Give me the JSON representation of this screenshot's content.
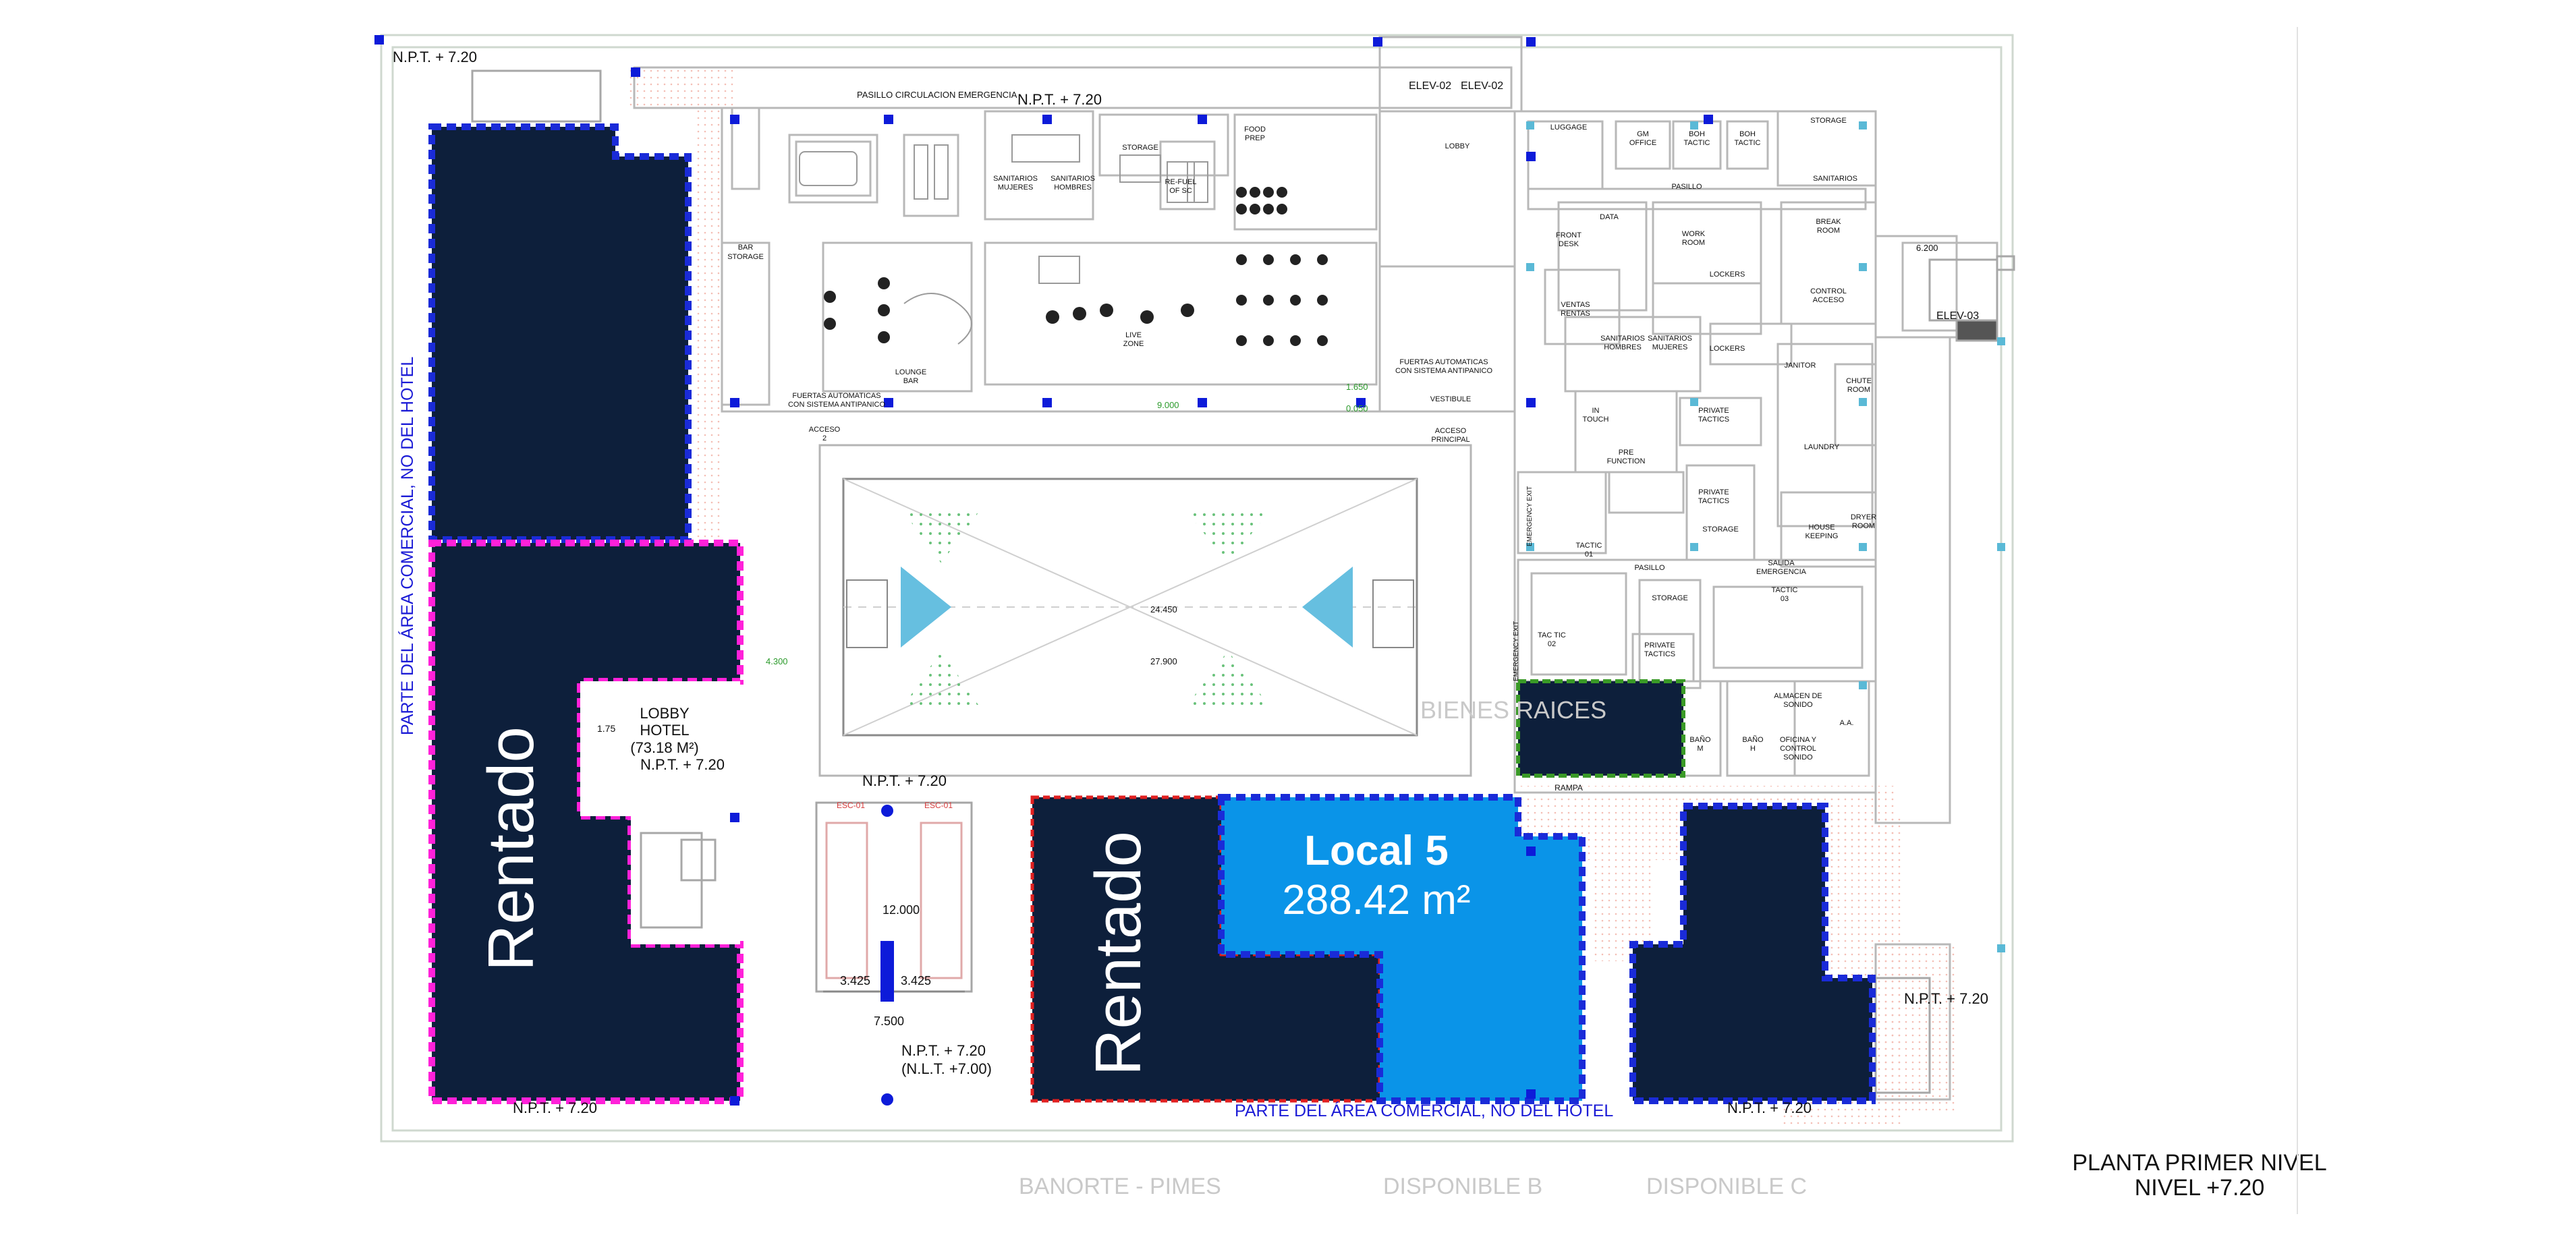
{
  "title": {
    "line1": "PLANTA PRIMER NIVEL",
    "line2": "NIVEL +7.20"
  },
  "colors": {
    "rented_fill": "#0d1f3b",
    "highlight_fill": "#0a94e8",
    "magenta_border": "#ff21d9",
    "blue_border": "#1a2bd8",
    "green_border": "#3a9a27",
    "triangle_fill": "#66bfe0",
    "plan_line": "#b8b8b8"
  },
  "units": {
    "rentado_left": "Rentado",
    "rentado_center": "Rentado",
    "local5_name": "Local 5",
    "local5_area": "288.42 m²"
  },
  "levels": {
    "npt_top_left": "N.P.T. + 7.20",
    "npt_corridor": "N.P.T. + 7.20",
    "npt_lobby": "N.P.T. + 7.20",
    "npt_escalator_top": "N.P.T. + 7.20",
    "npt_escalator_bottom": "N.P.T. + 7.20",
    "nlt_escalator_bottom": "(N.L.T. +7.00)",
    "npt_bottom_left": "N.P.T. + 7.20",
    "npt_bottom_right": "N.P.T. + 7.20",
    "npt_right": "N.P.T. + 7.20"
  },
  "notes": {
    "commercial_vertical": "PARTE DEL ÁREA COMERCIAL, NO DEL HOTEL",
    "commercial_bottom": "PARTE DEL ÁREA COMERCIAL, NO DEL HOTEL",
    "lobby_hotel": "LOBBY",
    "lobby_hotel_2": "HOTEL",
    "lobby_area": "(73.18 M²)",
    "pasillo_emergencia": "PASILLO CIRCULACION EMERGENCIA",
    "elev_02a": "ELEV-02",
    "elev_02b": "ELEV-02",
    "elev_03": "ELEV-03",
    "esc_01a": "ESC-01",
    "esc_01b": "ESC-01",
    "rampa": "RAMPA",
    "bienes_raices": "BIENES RAICES",
    "banorte": "BANORTE - PIMES",
    "disponible_b": "DISPONIBLE B",
    "disponible_c": "DISPONIBLE C",
    "fuertas_1": "FUERTAS AUTOMATICAS",
    "fuertas_1b": "CON SISTEMA ANTIPANICO",
    "fuertas_2": "FUERTAS AUTOMATICAS",
    "fuertas_2b": "CON SISTEMA ANTIPANICO",
    "acceso_2": "ACCESO",
    "acceso_2b": "2",
    "acceso_principal": "ACCESO",
    "acceso_principal_b": "PRINCIPAL",
    "vestibule": "VESTIBULE",
    "lounge_bar": "LOUNGE",
    "lounge_bar_b": "BAR",
    "live_zone": "LIVE",
    "live_zone_b": "ZONE",
    "bar_storage": "BAR",
    "bar_storage_b": "STORAGE",
    "food_prep": "FOOD",
    "food_prep_b": "PREP",
    "refuel": "RE-FUEL",
    "refuel_b": "OF SC",
    "storage_kitchen": "STORAGE",
    "sanitarios_mujeres": "SANITARIOS",
    "sanitarios_mujeres_b": "MUJERES",
    "sanitarios_hombres": "SANITARIOS",
    "sanitarios_hombres_b": "HOMBRES",
    "lobby_upper": "LOBBY",
    "luggage": "LUGGAGE",
    "gm_office": "GM",
    "gm_office_b": "OFFICE",
    "boh_tactic_1": "BOH",
    "boh_tactic_1b": "TACTIC",
    "boh_tactic_2": "BOH",
    "boh_tactic_2b": "TACTIC",
    "storage_right": "STORAGE",
    "sanitarios_right": "SANITARIOS",
    "pasillo_upper": "PASILLO",
    "data": "DATA",
    "front_desk": "FRONT",
    "front_desk_b": "DESK",
    "work_room": "WORK",
    "work_room_b": "ROOM",
    "break_room": "BREAK",
    "break_room_b": "ROOM",
    "lockers_1": "LOCKERS",
    "lockers_2": "LOCKERS",
    "control_acceso": "CONTROL",
    "control_acceso_b": "ACCESO",
    "ventas_rentas": "VENTAS",
    "ventas_rentas_b": "RENTAS",
    "sanitarios_h2": "SANITARIOS",
    "sanitarios_h2_b": "HOMBRES",
    "sanitarios_m2": "SANITARIOS",
    "sanitarios_m2_b": "MUJERES",
    "janitor": "JANITOR",
    "chute_room": "CHUTE",
    "chute_room_b": "ROOM",
    "in_touch": "IN",
    "in_touch_b": "TOUCH",
    "private_tactics_1": "PRIVATE",
    "private_tactics_1b": "TACTICS",
    "laundry": "LAUNDRY",
    "pre_function": "PRE",
    "pre_function_b": "FUNCTION",
    "private_tactics_2": "PRIVATE",
    "private_tactics_2b": "TACTICS",
    "storage_mid": "STORAGE",
    "housekeeping": "HOUSE",
    "housekeeping_b": "KEEPING",
    "dryer_room": "DRYER",
    "dryer_room_b": "ROOM",
    "emergency_exit_1": "EMERGENCY EXIT",
    "tactic_01": "TACTIC",
    "tactic_01b": "01",
    "pasillo_mid": "PASILLO",
    "salida_emergencia": "SALIDA",
    "salida_emergencia_b": "EMERGENCIA",
    "tactic_03": "TACTIC",
    "tactic_03b": "03",
    "storage_low": "STORAGE",
    "tactic_02": "TAC TIC",
    "tactic_02b": "02",
    "private_tactics_3": "PRIVATE",
    "private_tactics_3b": "TACTICS",
    "emergency_exit_2": "EMERGENCY EXIT",
    "bano_m": "BAÑO",
    "bano_m_b": "M",
    "bano_h": "BAÑO",
    "bano_h_b": "H",
    "almacen_sonido": "ALMACEN DE",
    "almacen_sonido_b": "SONIDO",
    "oficina_control": "OFICINA Y",
    "oficina_control_b": "CONTROL",
    "oficina_control_c": "SONIDO",
    "aa": "A.A."
  },
  "dimensions": {
    "d_24450": "24.450",
    "d_27900": "27.900",
    "d_4300": "4.300",
    "d_9000": "9.000",
    "d_1650": "1.650",
    "d_0050": "0.050",
    "d_6200": "6.200",
    "d_1_75": "1.75",
    "d_12000": "12.000",
    "d_3425a": "3.425",
    "d_3425b": "3.425",
    "d_7500": "7.500"
  }
}
